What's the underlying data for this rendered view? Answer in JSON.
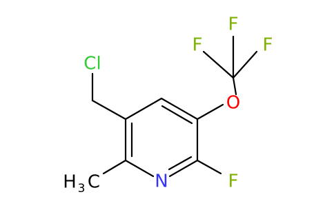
{
  "molecule": {
    "atoms": {
      "chlorine": "Cl",
      "oxygen": "O",
      "nitrogen": "N",
      "fluorine_ring": "F",
      "fluorine_cf3_left": "F",
      "fluorine_cf3_top": "F",
      "fluorine_cf3_right": "F",
      "methyl_h": "H",
      "methyl_sub": "3",
      "methyl_c": "C"
    },
    "colors": {
      "bond": "#000000",
      "chlorine": "#33cc33",
      "oxygen": "#ff0000",
      "nitrogen": "#3333ff",
      "fluorine": "#7fb200",
      "carbon_label": "#000000"
    }
  }
}
